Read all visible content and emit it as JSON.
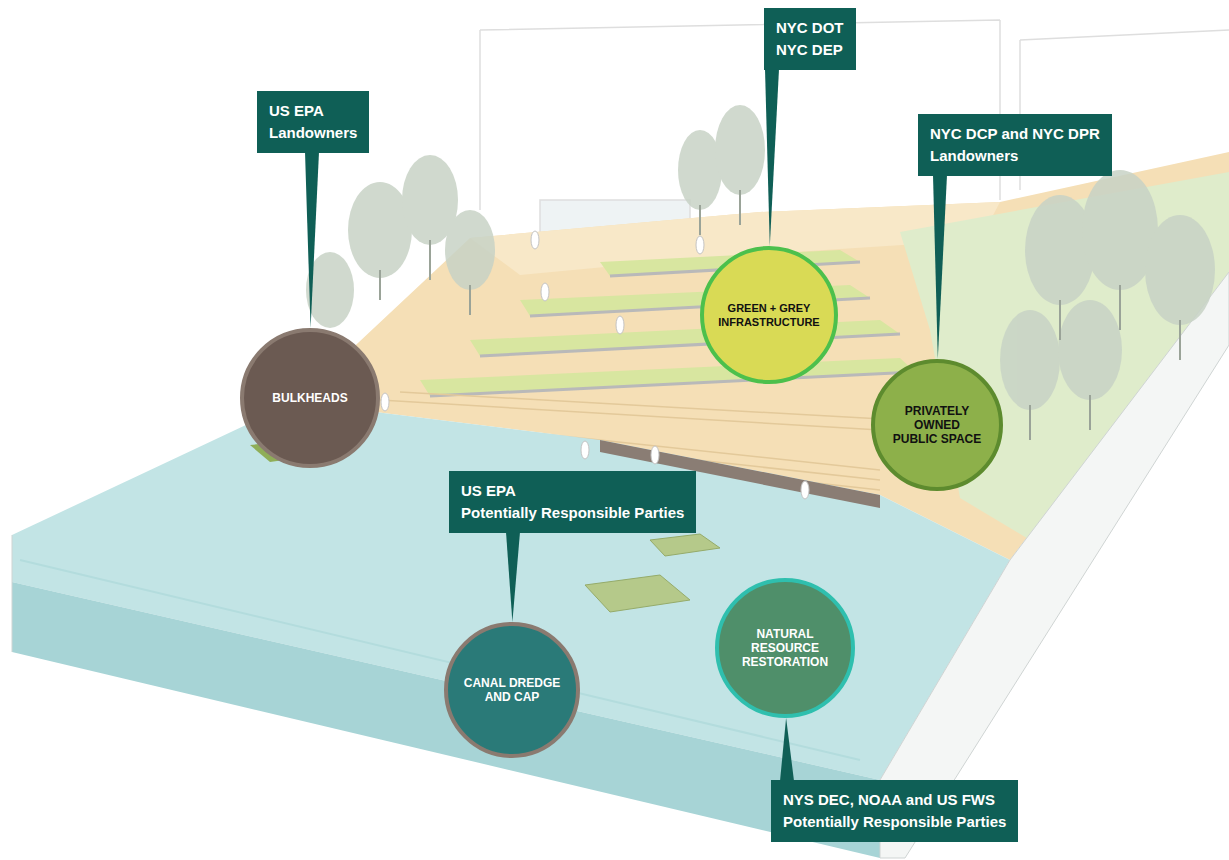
{
  "diagram": {
    "nodes": [
      {
        "text": [
          "US EPA",
          "Landowners"
        ]
      },
      {
        "text": [
          "NYC DOT",
          "NYC DEP"
        ]
      },
      {
        "text": [
          "NYC DCP and NYC DPR",
          "Landowners"
        ]
      },
      {
        "text": [
          "BULKHEADS"
        ]
      },
      {
        "text": [
          "GREEN + GREY INFRASTRUCTURE"
        ]
      },
      {
        "text": [
          "PRIVATELY OWNED PUBLIC SPACE"
        ]
      },
      {
        "text": [
          "US EPA",
          "Potentially Responsible Parties"
        ]
      },
      {
        "text": [
          "CANAL DREDGE AND CAP"
        ]
      },
      {
        "text": [
          "NATURAL RESOURCE RESTORATION"
        ]
      },
      {
        "text": [
          "NYS DEC, NOAA and US FWS",
          "Potentially Responsible Parties"
        ]
      }
    ],
    "edges": [
      {
        "from": 0,
        "to": 3,
        "arrow": "to"
      },
      {
        "from": 1,
        "to": 4,
        "arrow": "to"
      },
      {
        "from": 2,
        "to": 5,
        "arrow": "to"
      },
      {
        "from": 6,
        "to": 7,
        "arrow": "to"
      },
      {
        "from": 9,
        "to": 8,
        "arrow": "to"
      }
    ]
  }
}
